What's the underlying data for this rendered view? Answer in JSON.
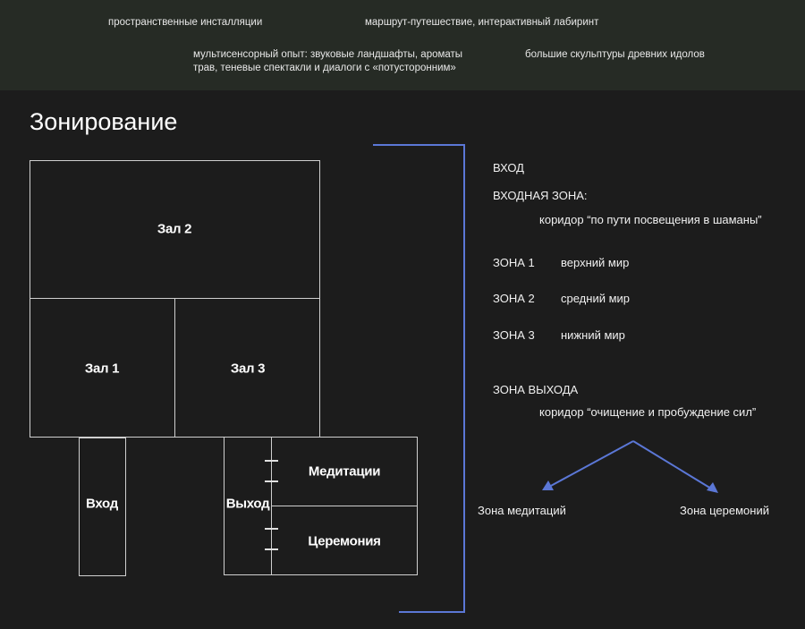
{
  "features": [
    "пространственные инсталляции",
    "маршрут-путешествие, интерактивный лабиринт",
    "мультисенсорный опыт: звуковые ландшафты, ароматы",
    "трав, теневые спектакли и диалоги с «потусторонним»",
    "большие скульптуры древних идолов"
  ],
  "section_title": "Зонирование",
  "rooms": {
    "hall2": "Зал 2",
    "hall1": "Зал 1",
    "hall3": "Зал 3",
    "entrance": "Вход",
    "exit": "Выход",
    "meditation": "Медитации",
    "ceremony": "Церемония"
  },
  "zones": {
    "entrance_heading": "ВХОД",
    "entry_zone_heading": "ВХОДНАЯ ЗОНА:",
    "entry_zone_desc": "коридор “по пути посвещения в шаманы”",
    "zone1_label": "ЗОНА 1",
    "zone1_desc": "верхний мир",
    "zone2_label": "ЗОНА 2",
    "zone2_desc": "средний мир",
    "zone3_label": "ЗОНА 3",
    "zone3_desc": "нижний мир",
    "exit_zone_heading": "ЗОНА ВЫХОДА",
    "exit_zone_desc": "коридор “очищение и пробуждение сил”",
    "branch_left": "Зона медитаций",
    "branch_right": "Зона церемоний"
  },
  "colors": {
    "accent": "#5b77d6",
    "background": "#1c1c1c",
    "top_band": "#262b25",
    "outline": "#cfcfcf"
  }
}
